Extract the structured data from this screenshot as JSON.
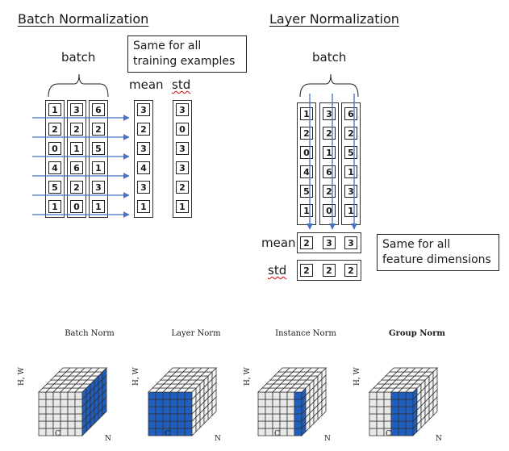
{
  "batch_norm": {
    "title": "Batch Normalization",
    "batch_label": "batch",
    "note": [
      "Same for all",
      "training examples"
    ],
    "mean_label": "mean",
    "std_label": "std",
    "data": [
      [
        1,
        3,
        6
      ],
      [
        2,
        2,
        2
      ],
      [
        0,
        1,
        5
      ],
      [
        4,
        6,
        1
      ],
      [
        5,
        2,
        3
      ],
      [
        1,
        0,
        1
      ]
    ],
    "means": [
      3,
      2,
      3,
      4,
      3,
      1
    ],
    "stds": [
      3,
      0,
      3,
      3,
      2,
      1
    ]
  },
  "layer_norm": {
    "title": "Layer Normalization",
    "batch_label": "batch",
    "note": [
      "Same for all",
      "feature dimensions"
    ],
    "mean_label": "mean",
    "std_label": "std",
    "data": [
      [
        1,
        3,
        6
      ],
      [
        2,
        2,
        2
      ],
      [
        0,
        1,
        5
      ],
      [
        4,
        6,
        1
      ],
      [
        5,
        2,
        3
      ],
      [
        1,
        0,
        1
      ]
    ],
    "means": [
      2,
      3,
      3
    ],
    "stds": [
      2,
      2,
      2
    ]
  },
  "cubes": [
    {
      "title": "Batch Norm",
      "bold": false,
      "highlight": "batch"
    },
    {
      "title": "Layer Norm",
      "bold": false,
      "highlight": "layer"
    },
    {
      "title": "Instance Norm",
      "bold": false,
      "highlight": "instance"
    },
    {
      "title": "Group Norm",
      "bold": true,
      "highlight": "group"
    }
  ],
  "axis_labels": {
    "hw": "H, W",
    "c": "C",
    "n": "N"
  },
  "colors": {
    "arrow": "#4472c4",
    "highlight": "#1f5fbf",
    "cell": "#e8e8e8",
    "stroke": "#333333"
  }
}
